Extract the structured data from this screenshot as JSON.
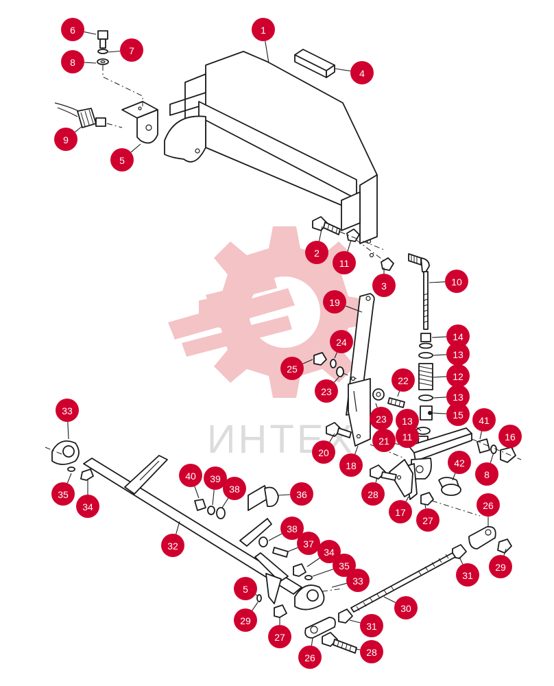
{
  "colors": {
    "callout": "#d0002e",
    "callout_text": "#ffffff",
    "line": "#1a1a1a",
    "watermark": "#f3c3c6",
    "watermark_text": "#dcdcdc"
  },
  "watermark": {
    "text": "ИНТЕХ",
    "icon": "gear-wrench-logo-icon"
  },
  "callouts": [
    {
      "label": "1"
    },
    {
      "label": "2"
    },
    {
      "label": "3"
    },
    {
      "label": "4"
    },
    {
      "label": "5"
    },
    {
      "label": "5"
    },
    {
      "label": "6"
    },
    {
      "label": "7"
    },
    {
      "label": "8"
    },
    {
      "label": "8"
    },
    {
      "label": "9"
    },
    {
      "label": "10"
    },
    {
      "label": "11"
    },
    {
      "label": "11"
    },
    {
      "label": "12"
    },
    {
      "label": "13"
    },
    {
      "label": "13"
    },
    {
      "label": "13"
    },
    {
      "label": "14"
    },
    {
      "label": "15"
    },
    {
      "label": "16"
    },
    {
      "label": "17"
    },
    {
      "label": "18"
    },
    {
      "label": "19"
    },
    {
      "label": "20"
    },
    {
      "label": "21"
    },
    {
      "label": "22"
    },
    {
      "label": "23"
    },
    {
      "label": "23"
    },
    {
      "label": "24"
    },
    {
      "label": "25"
    },
    {
      "label": "26"
    },
    {
      "label": "26"
    },
    {
      "label": "27"
    },
    {
      "label": "27"
    },
    {
      "label": "28"
    },
    {
      "label": "28"
    },
    {
      "label": "29"
    },
    {
      "label": "29"
    },
    {
      "label": "30"
    },
    {
      "label": "31"
    },
    {
      "label": "31"
    },
    {
      "label": "32"
    },
    {
      "label": "33"
    },
    {
      "label": "33"
    },
    {
      "label": "34"
    },
    {
      "label": "34"
    },
    {
      "label": "35"
    },
    {
      "label": "35"
    },
    {
      "label": "36"
    },
    {
      "label": "37"
    },
    {
      "label": "38"
    },
    {
      "label": "38"
    },
    {
      "label": "39"
    },
    {
      "label": "40"
    },
    {
      "label": "41"
    },
    {
      "label": "42"
    }
  ]
}
